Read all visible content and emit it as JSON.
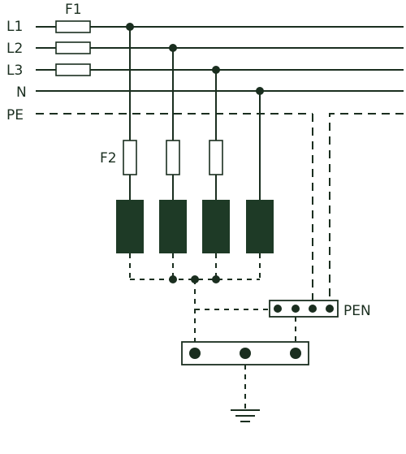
{
  "labels": {
    "l1": "L1",
    "l2": "L2",
    "l3": "L3",
    "n": "N",
    "pe": "PE",
    "f1": "F1",
    "f2": "F2",
    "pen": "PEN"
  },
  "colors": {
    "line": "#1a2e1f",
    "arrester": "#1e3a26",
    "background": "#ffffff"
  }
}
